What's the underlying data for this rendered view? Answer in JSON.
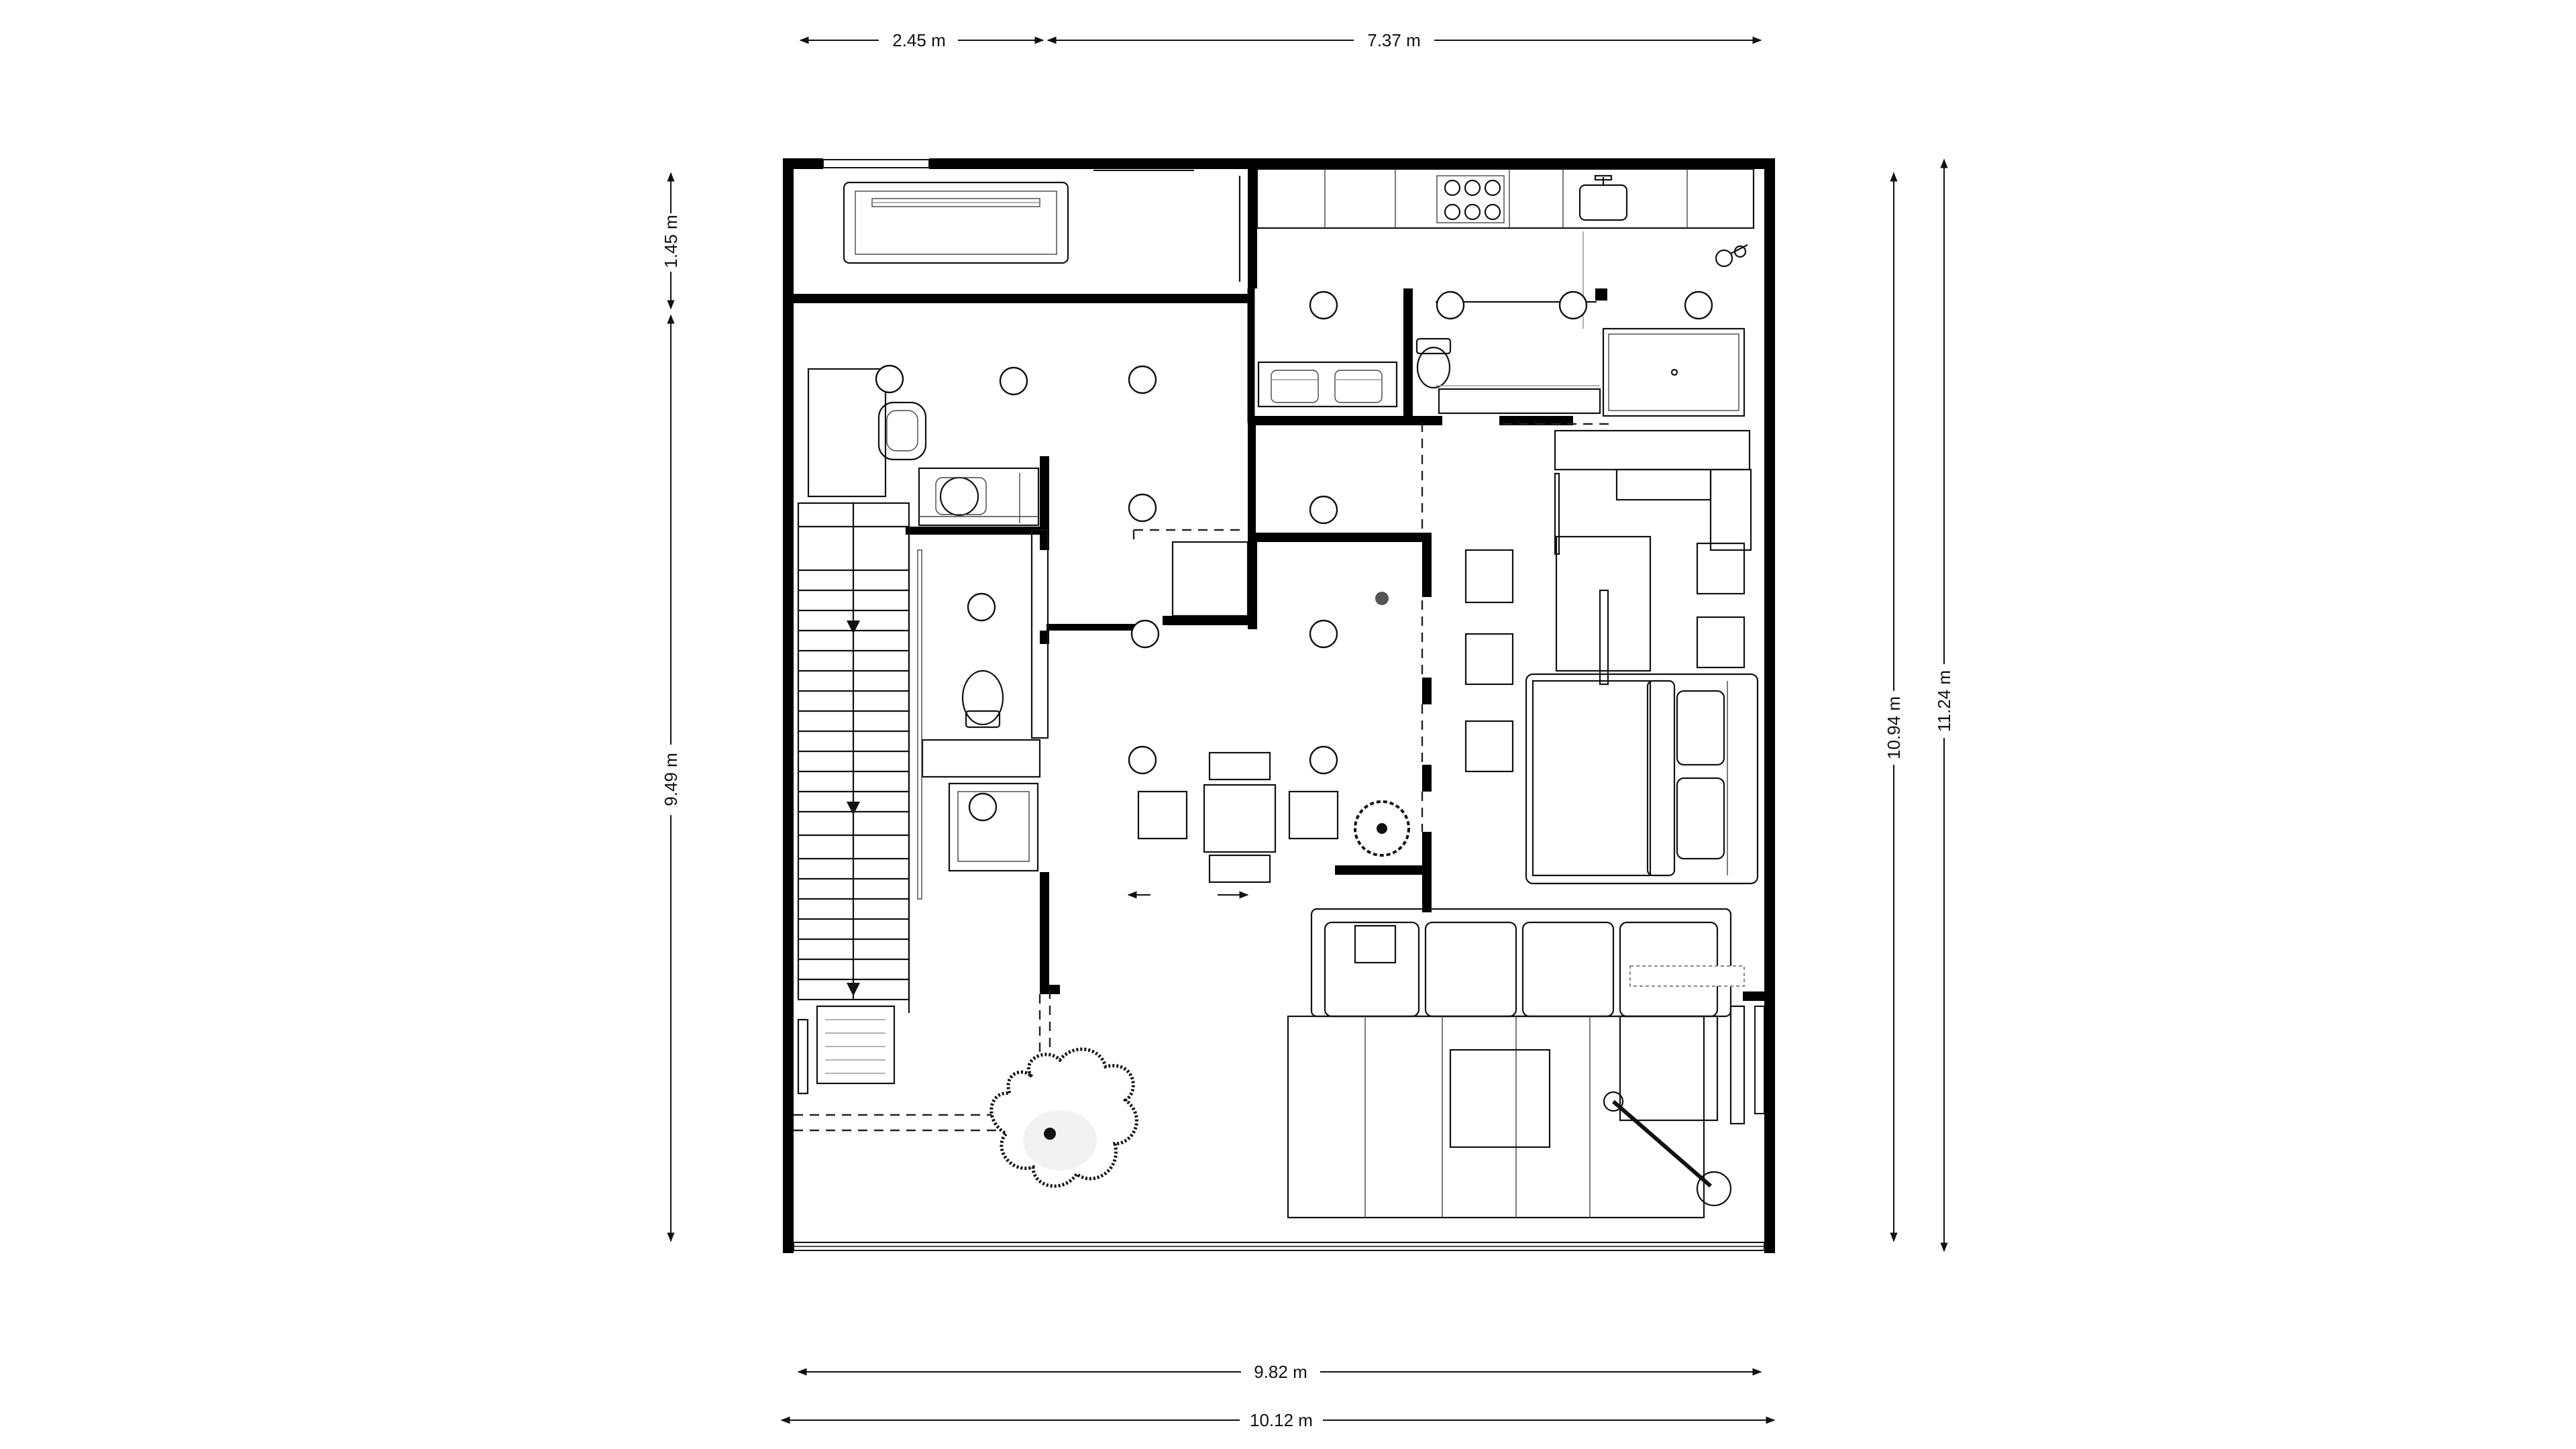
{
  "dimensions": {
    "top_left": "2.45 m",
    "top_right": "7.37 m",
    "left_upper": "1.45 m",
    "left_lower": "9.49 m",
    "right_inner": "10.94 m",
    "right_outer": "11.24 m",
    "bottom_inner": "9.82 m",
    "bottom_outer": "10.12 m"
  },
  "colors": {
    "wall": "#000000",
    "line": "#111111",
    "background": "#ffffff"
  }
}
